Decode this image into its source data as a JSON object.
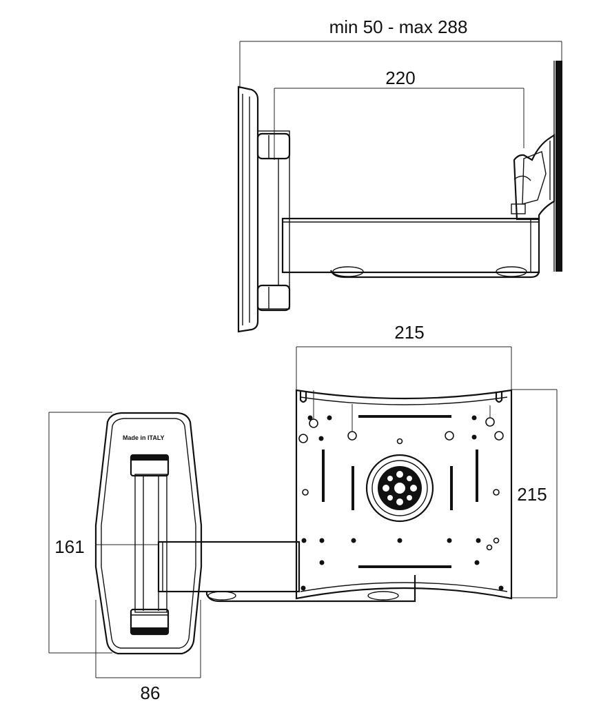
{
  "dimensions": {
    "depth_range": "min 50 - max 288",
    "arm_length": "220",
    "plate_width": "215",
    "plate_height": "215",
    "wall_height": "161",
    "wall_width": "86"
  },
  "wall_plate_label": "Made in ITALY"
}
